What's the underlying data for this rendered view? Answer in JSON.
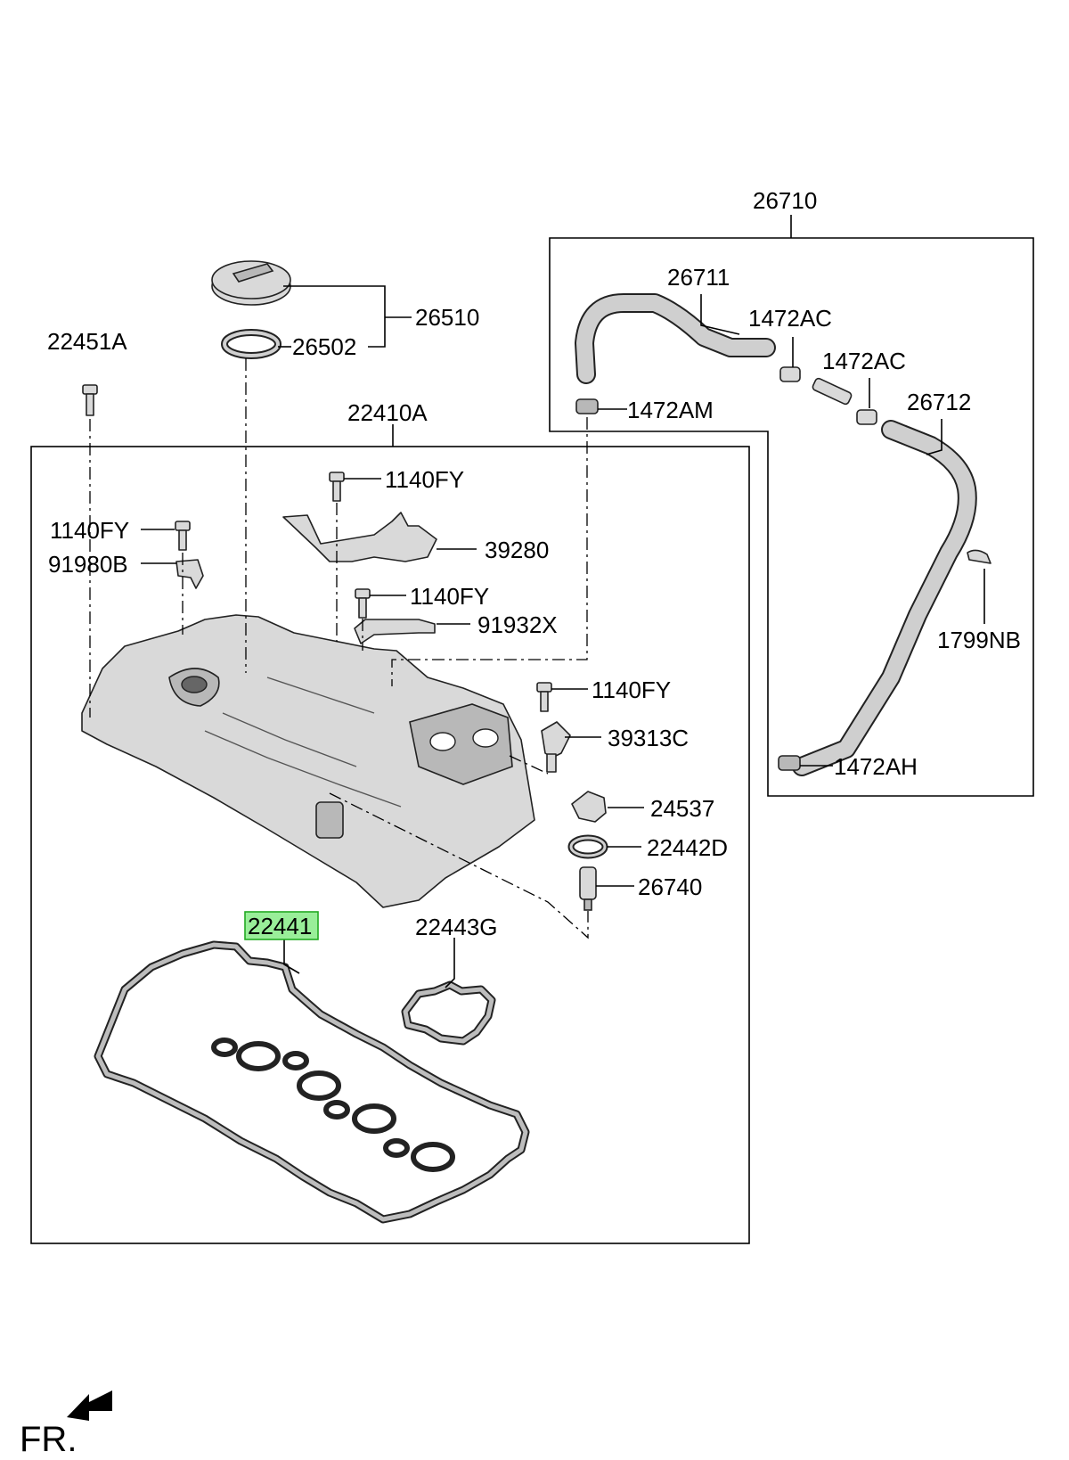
{
  "labels": {
    "p26710": "26710",
    "p26711": "26711",
    "p1472AC_a": "1472AC",
    "p1472AC_b": "1472AC",
    "p26712": "26712",
    "p1472AM": "1472AM",
    "p1799NB": "1799NB",
    "p1472AH": "1472AH",
    "p26510": "26510",
    "p26502": "26502",
    "p22451A": "22451A",
    "p22410A": "22410A",
    "p1140FY_a": "1140FY",
    "p1140FY_b": "1140FY",
    "p1140FY_c": "1140FY",
    "p1140FY_d": "1140FY",
    "p91980B": "91980B",
    "p39280": "39280",
    "p91932X": "91932X",
    "p39313C": "39313C",
    "p24537": "24537",
    "p22442D": "22442D",
    "p26740": "26740",
    "p22441": "22441",
    "p22443G": "22443G"
  },
  "direction_label": "FR.",
  "highlighted_part": "22441",
  "colors": {
    "highlight_fill": "#99ee99",
    "highlight_stroke": "#22aa22"
  },
  "icons": {
    "direction": "front-arrow-icon"
  }
}
